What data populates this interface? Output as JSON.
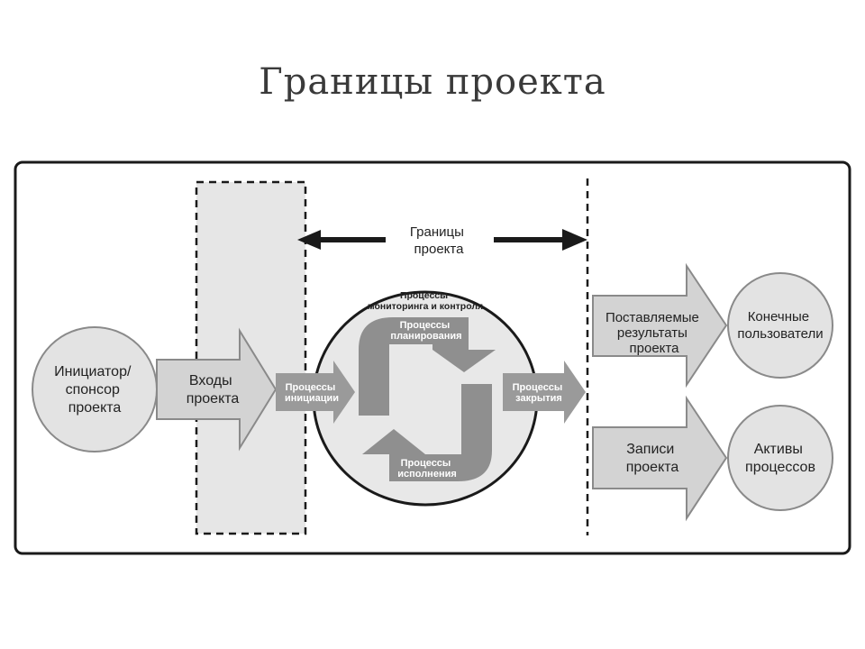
{
  "title": "Границы проекта",
  "diagram": {
    "boundary_label": [
      "Границы",
      "проекта"
    ],
    "initiator": [
      "Инициатор/",
      "спонсор",
      "проекта"
    ],
    "inputs": [
      "Входы",
      "проекта"
    ],
    "monitoring": [
      "Процессы",
      "мониторинга и контроля"
    ],
    "planning": [
      "Процессы",
      "планирования"
    ],
    "initiation": [
      "Процессы",
      "инициации"
    ],
    "execution": [
      "Процессы",
      "исполнения"
    ],
    "closing": [
      "Процессы",
      "закрытия"
    ],
    "deliverables": [
      "Поставляемые",
      "результаты",
      "проекта"
    ],
    "end_users": [
      "Конечные",
      "пользователи"
    ],
    "records": [
      "Записи",
      "проекта"
    ],
    "assets": [
      "Активы",
      "процессов"
    ]
  }
}
